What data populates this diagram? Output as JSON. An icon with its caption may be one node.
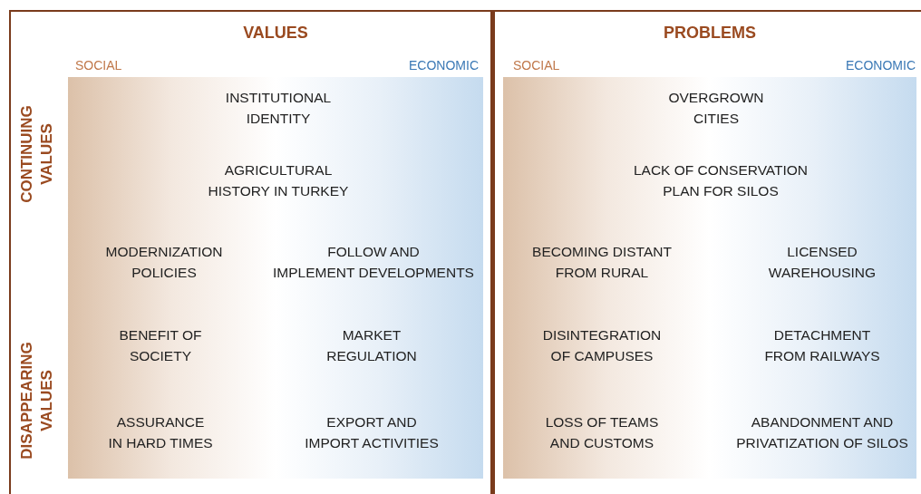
{
  "diagram": {
    "nodes": [
      {
        "text": [
          "VALUES"
        ]
      },
      {
        "text": [
          "PROBLEMS"
        ]
      }
    ],
    "labels": [
      "SOCIAL",
      "ECONOMIC",
      "SOCIAL",
      "ECONOMIC",
      "CONTINUING VALUES",
      "DISAPPEARING VALUES",
      "INSTITUTIONAL IDENTITY",
      "AGRICULTURAL HISTORY IN TURKEY",
      "MODERNIZATION POLICIES",
      "FOLLOW AND IMPLEMENT DEVELOPMENTS",
      "BENEFIT OF SOCIETY",
      "MARKET REGULATION",
      "ASSURANCE IN HARD TIMES",
      "EXPORT AND IMPORT ACTIVITIES",
      "OVERGROWN CITIES",
      "LACK OF CONSERVATION PLAN FOR SILOS",
      "BECOMING DISTANT FROM RURAL",
      "LICENSED WAREHOUSING",
      "DISINTEGRATION OF CAMPUSES",
      "DETACHMENT FROM RAILWAYS",
      "LOSS OF TEAMS AND CUSTOMS",
      "ABANDONMENT AND PRIVATIZATION OF SILOS"
    ]
  }
}
